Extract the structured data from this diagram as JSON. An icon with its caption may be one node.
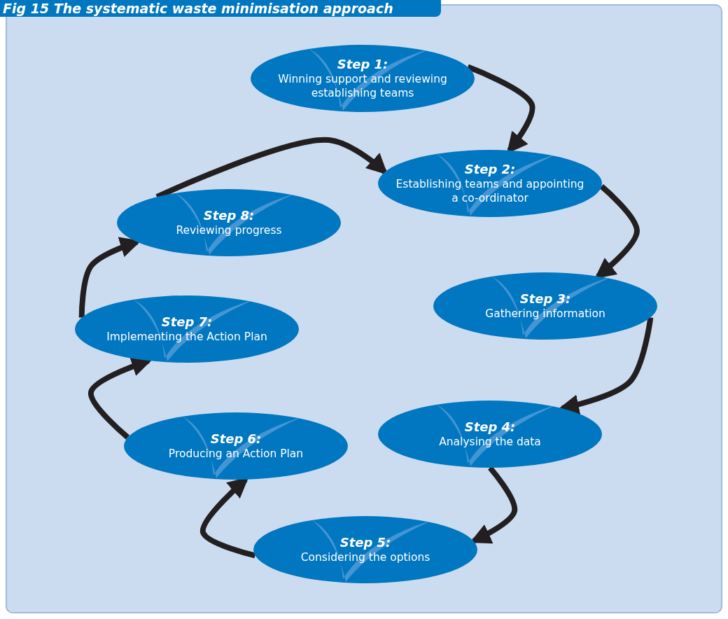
{
  "diagram": {
    "title": "Fig 15  The systematic waste minimisation approach",
    "nodes": [
      {
        "text": [
          "Step 1:",
          "Winning support and reviewing establishing teams"
        ]
      },
      {
        "text": [
          "Step 2:",
          "Establishing teams and appointing a co-ordinator"
        ]
      },
      {
        "text": [
          "Step 3:",
          "Gathering information"
        ]
      },
      {
        "text": [
          "Step 4:",
          "Analysing the data"
        ]
      },
      {
        "text": [
          "Step 5:",
          "Considering the options"
        ]
      },
      {
        "text": [
          "Step 6:",
          "Producing an Action Plan"
        ]
      },
      {
        "text": [
          "Step 7:",
          "Implementing the Action Plan"
        ]
      },
      {
        "text": [
          "Step 8:",
          "Reviewing progress"
        ]
      }
    ],
    "edges": [
      {
        "from": 0,
        "to": 1,
        "arrow": "to"
      },
      {
        "from": 1,
        "to": 2,
        "arrow": "to"
      },
      {
        "from": 2,
        "to": 3,
        "arrow": "to"
      },
      {
        "from": 3,
        "to": 4,
        "arrow": "to"
      },
      {
        "from": 4,
        "to": 5,
        "arrow": "to"
      },
      {
        "from": 5,
        "to": 6,
        "arrow": "to"
      },
      {
        "from": 6,
        "to": 7,
        "arrow": "to"
      },
      {
        "from": 7,
        "to": 1,
        "arrow": "to"
      }
    ]
  }
}
